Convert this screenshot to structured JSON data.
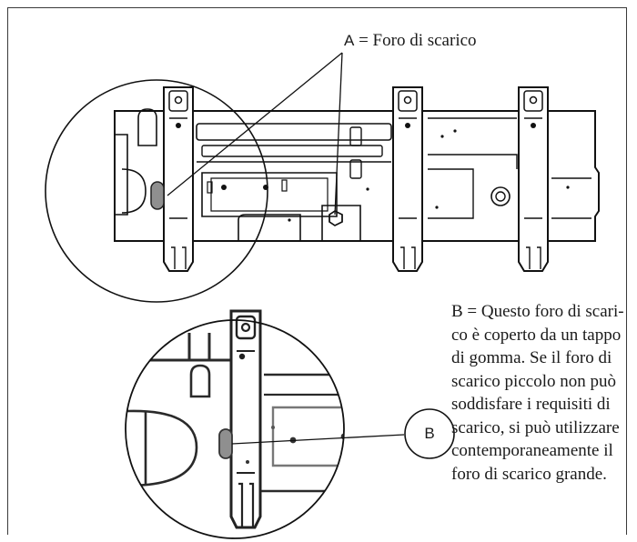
{
  "label_a": {
    "letter": "A",
    "text": "= Foro di scarico"
  },
  "label_b": {
    "letter": "B"
  },
  "description": {
    "lines": [
      "B = Questo foro di scari-",
      "co è coperto da un tappo",
      "di gomma. Se il foro di",
      "scarico piccolo non può",
      "soddisfare i requisiti di",
      "scarico, si può utilizzare",
      "contemporaneamente il",
      "foro di scarico grande."
    ]
  }
}
